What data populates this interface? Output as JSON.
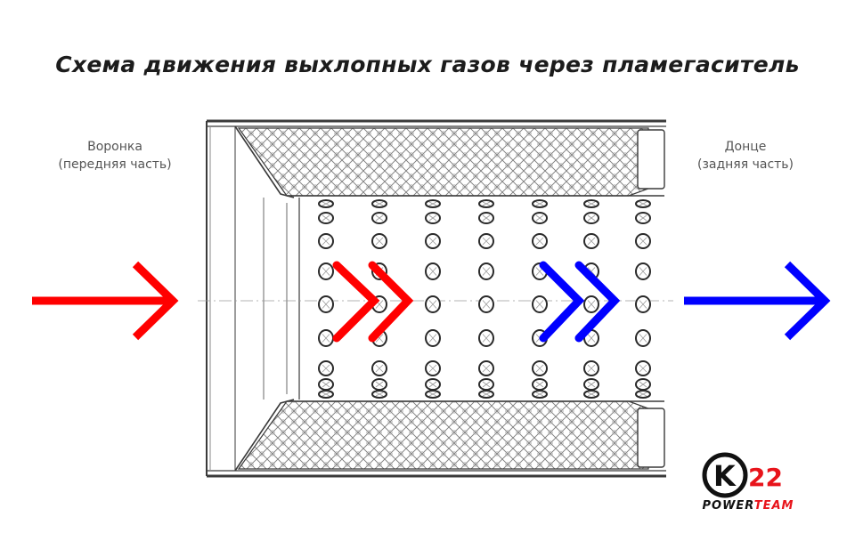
{
  "title": "Схема движения выхлопных газов через пламегаситель",
  "labels": {
    "inlet": [
      "Воронка",
      "(передняя часть)"
    ],
    "outlet": [
      "Донце",
      "(задняя часть)"
    ]
  },
  "logo": {
    "k_letter": "K",
    "number": "22",
    "word_power": "POWER",
    "word_team": "TEAM"
  },
  "colors": {
    "inlet_flow": "#ff0000",
    "outlet_flow": "#0000ff",
    "outline": "#3a3a3a",
    "logo_red": "#e8141b"
  },
  "icons": {
    "inlet_arrow": "arrow-right-icon",
    "outlet_arrow": "arrow-right-icon",
    "inner_flow_red": "double-chevron-right-icon",
    "inner_flow_blue": "double-chevron-right-icon"
  }
}
